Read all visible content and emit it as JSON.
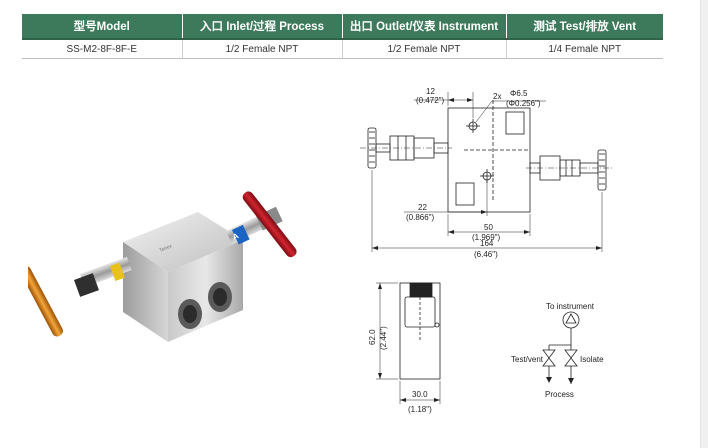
{
  "table": {
    "headers": [
      "型号Model",
      "入口 Inlet/过程 Process",
      "出口 Outlet/仪表 Instrument",
      "测试 Test/排放 Vent"
    ],
    "rows": [
      [
        "SS-M2-8F-8F-E",
        "1/2 Female NPT",
        "1/2 Female NPT",
        "1/4 Female NPT"
      ]
    ]
  },
  "photo": {
    "marking_text": "Tenex"
  },
  "drawing": {
    "dims": {
      "d12": "12",
      "d12_in": "(0.472\")",
      "hole_label": "2x",
      "hole_dia": "Φ6.5",
      "hole_dia_in": "(Φ0.256\")",
      "d22": "22",
      "d22_in": "(0.866\")",
      "d50": "50",
      "d50_in": "(1.969\")",
      "d164": "164",
      "d164_in": "(6.46\")",
      "d62": "62.0",
      "d62_in": "(2.44\")",
      "d30": "30.0",
      "d30_in": "(1.18\")"
    },
    "schematic": {
      "to_instrument": "To instrument",
      "test_vent": "Test/vent",
      "isolate": "Isolate",
      "process": "Process"
    }
  },
  "colors": {
    "header_green": "#3c7a5b",
    "handle_red": "#b5161f",
    "handle_orange": "#e08a1a",
    "tag_blue": "#1b64c4",
    "tag_yellow": "#e8c21a"
  }
}
